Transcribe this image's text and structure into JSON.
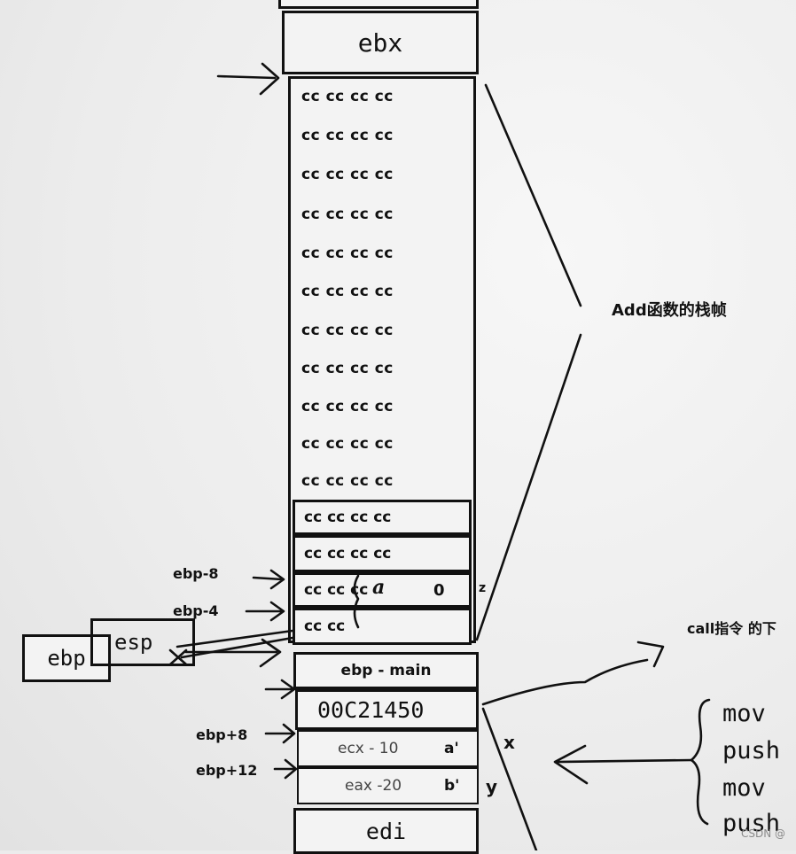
{
  "top_box": {
    "label": "ebx"
  },
  "cc_rows": [
    "cc cc cc cc",
    "cc cc cc cc",
    "cc cc cc cc",
    "cc cc cc cc",
    "cc cc cc cc",
    "cc cc cc cc",
    "cc cc cc cc",
    "cc cc cc cc",
    "cc cc cc cc",
    "cc cc cc cc",
    "cc cc cc cc"
  ],
  "cc_cells": [
    "cc cc cc cc",
    "cc cc cc cc",
    "cc cc cc",
    "cc cc"
  ],
  "cell_annotations": {
    "var_z_value": "0",
    "var_z_name": "z",
    "scribble": "a"
  },
  "frame_label": "Add函数的栈帧",
  "ebp_offsets": {
    "minus8": "ebp-8",
    "minus4": "ebp-4",
    "plus8": "ebp+8",
    "plus12": "ebp+12"
  },
  "registers": {
    "ebp": "ebp",
    "esp": "esp"
  },
  "main_boxes": {
    "ebp_main": "ebp - main",
    "return_addr": "00C21450",
    "ecx": "ecx - 10",
    "ecx_tag": "a'",
    "eax": "eax -20",
    "eax_tag": "b'",
    "edi": "edi"
  },
  "side_labels": {
    "x": "x",
    "y": "y"
  },
  "call_note": "call指令 的下",
  "instructions": [
    "mov",
    "push",
    "mov",
    "push"
  ],
  "watermark": "CSDN @"
}
